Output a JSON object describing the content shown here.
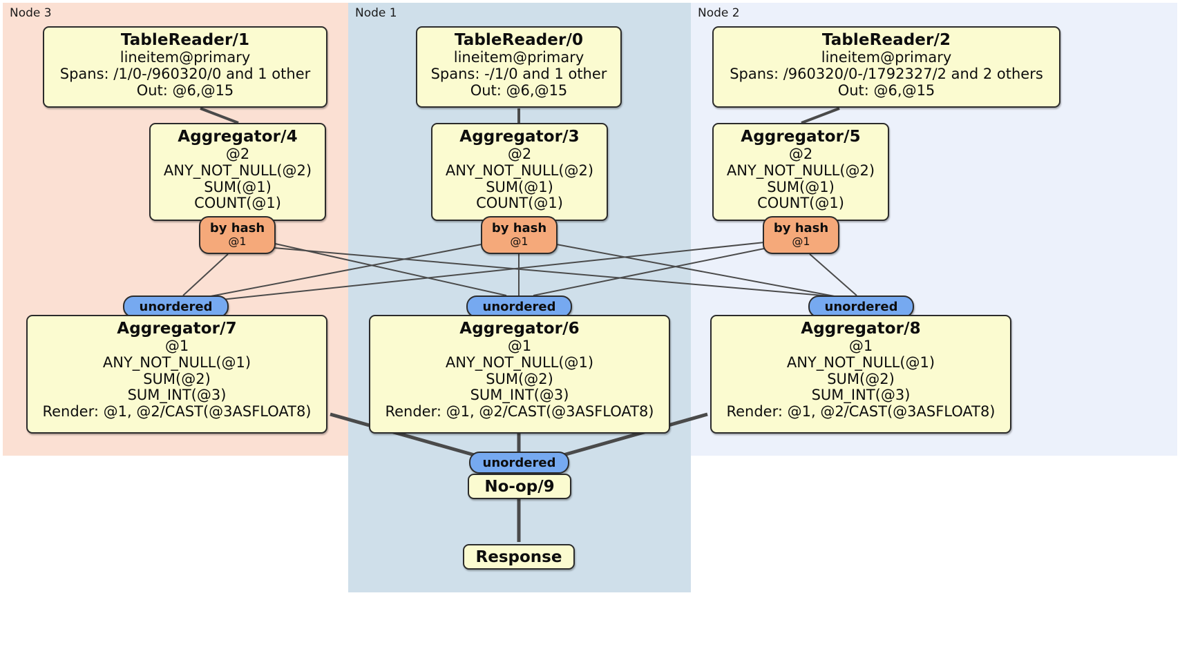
{
  "diagram": {
    "kind": "distributed-query-plan",
    "colors": {
      "node3_panel": "#fbe0d3",
      "node1_panel": "#cfdfea",
      "node2_panel": "#ecf1fb",
      "processor_box": "#fbfbd0",
      "hash_router": "#f5a97a",
      "synchronizer": "#76a9f0",
      "edge": "#3d3d3d"
    }
  },
  "panels": [
    {
      "id": "node3",
      "label": "Node 3"
    },
    {
      "id": "node1",
      "label": "Node 1"
    },
    {
      "id": "node2",
      "label": "Node 2"
    }
  ],
  "processors": {
    "table_reader_1": {
      "title": "TableReader/1",
      "lines": [
        "lineitem@primary",
        "Spans: /1/0-/960320/0 and 1 other",
        "Out: @6,@15"
      ]
    },
    "table_reader_0": {
      "title": "TableReader/0",
      "lines": [
        "lineitem@primary",
        "Spans: -/1/0 and 1 other",
        "Out: @6,@15"
      ]
    },
    "table_reader_2": {
      "title": "TableReader/2",
      "lines": [
        "lineitem@primary",
        "Spans: /960320/0-/1792327/2 and 2 others",
        "Out: @6,@15"
      ]
    },
    "aggregator_4": {
      "title": "Aggregator/4",
      "lines": [
        "@2",
        "ANY_NOT_NULL(@2)",
        "SUM(@1)",
        "COUNT(@1)"
      ]
    },
    "aggregator_3": {
      "title": "Aggregator/3",
      "lines": [
        "@2",
        "ANY_NOT_NULL(@2)",
        "SUM(@1)",
        "COUNT(@1)"
      ]
    },
    "aggregator_5": {
      "title": "Aggregator/5",
      "lines": [
        "@2",
        "ANY_NOT_NULL(@2)",
        "SUM(@1)",
        "COUNT(@1)"
      ]
    },
    "aggregator_7": {
      "title": "Aggregator/7",
      "lines": [
        "@1",
        "ANY_NOT_NULL(@1)",
        "SUM(@2)",
        "SUM_INT(@3)",
        "Render: @1, @2/CAST(@3ASFLOAT8)"
      ]
    },
    "aggregator_6": {
      "title": "Aggregator/6",
      "lines": [
        "@1",
        "ANY_NOT_NULL(@1)",
        "SUM(@2)",
        "SUM_INT(@3)",
        "Render: @1, @2/CAST(@3ASFLOAT8)"
      ]
    },
    "aggregator_8": {
      "title": "Aggregator/8",
      "lines": [
        "@1",
        "ANY_NOT_NULL(@1)",
        "SUM(@2)",
        "SUM_INT(@3)",
        "Render: @1, @2/CAST(@3ASFLOAT8)"
      ]
    },
    "noop_9": {
      "title": "No-op/9"
    },
    "response": {
      "title": "Response"
    }
  },
  "routers": {
    "hash_left": {
      "type": "by hash",
      "column": "@1"
    },
    "hash_mid": {
      "type": "by hash",
      "column": "@1"
    },
    "hash_right": {
      "type": "by hash",
      "column": "@1"
    },
    "sync_left": {
      "type": "unordered"
    },
    "sync_mid": {
      "type": "unordered"
    },
    "sync_right": {
      "type": "unordered"
    },
    "sync_final": {
      "type": "unordered"
    }
  }
}
